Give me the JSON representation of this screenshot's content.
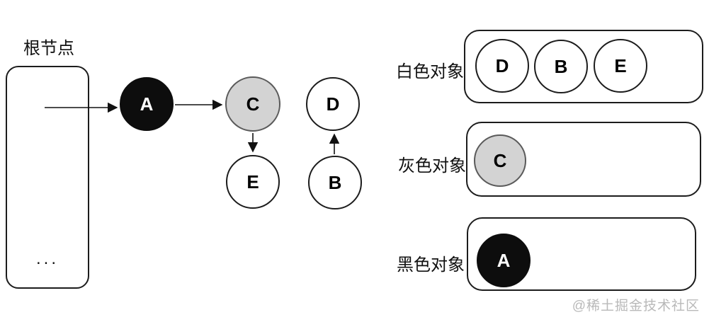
{
  "graph": {
    "root_label": "根节点",
    "root_ellipsis": "...",
    "node_a": "A",
    "node_b": "B",
    "node_c": "C",
    "node_d": "D",
    "node_e": "E",
    "edges": [
      {
        "from": "root",
        "to": "A"
      },
      {
        "from": "A",
        "to": "C"
      },
      {
        "from": "C",
        "to": "E"
      },
      {
        "from": "B",
        "to": "D"
      }
    ],
    "node_colors": {
      "A": "black",
      "B": "white",
      "C": "gray",
      "D": "white",
      "E": "white"
    }
  },
  "legend": {
    "white": {
      "label": "白色对象",
      "items": [
        "D",
        "B",
        "E"
      ]
    },
    "gray": {
      "label": "灰色对象",
      "items": [
        "C"
      ]
    },
    "black": {
      "label": "黑色对象",
      "items": [
        "A"
      ]
    }
  },
  "watermark": "@稀土掘金技术社区",
  "colors": {
    "stroke": "#1c1c1c",
    "black_fill": "#0d0d0d",
    "gray_fill": "#d3d3d3",
    "white_fill": "#ffffff",
    "watermark": "#b9b9b9"
  }
}
